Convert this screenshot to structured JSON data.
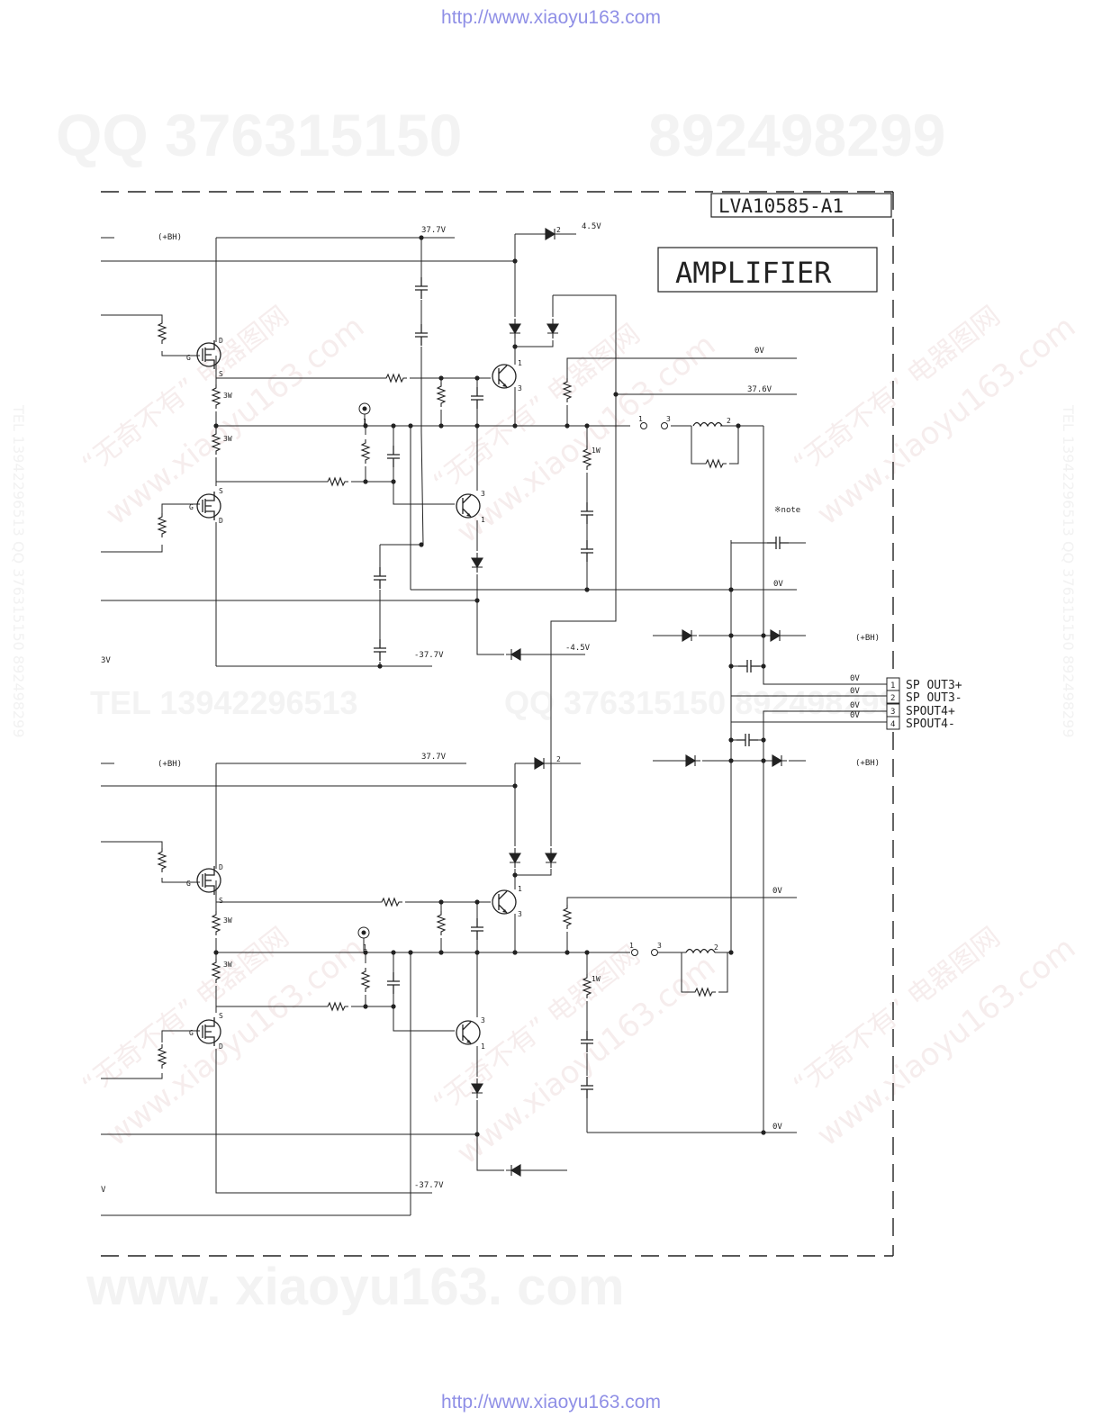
{
  "header": {
    "url": "http://www.xiaoyu163.com"
  },
  "footer": {
    "url": "http://www.xiaoyu163.com"
  },
  "watermarks": {
    "qq1": "QQ 376315150",
    "qq2": "892498299",
    "tel": "TEL 13942296513",
    "qq3": "QQ 376315150 892498299",
    "site": "www.xiaoyu163.com",
    "site_spaced": "www. xiaoyu163. com",
    "cn": "“无奇不有” 电器图网",
    "side_left": "TEL 13942296513 QQ 376315150 892498299",
    "side_right": "TEL 13942296513 QQ 376315150 892498299"
  },
  "schematic": {
    "board_id": "LVA10585-A1",
    "title": "AMPLIFIER",
    "note": "※note",
    "connector": {
      "pins": [
        {
          "num": "1",
          "label": "SP OUT3+"
        },
        {
          "num": "2",
          "label": "SP OUT3-"
        },
        {
          "num": "3",
          "label": "SPOUT4+"
        },
        {
          "num": "4",
          "label": "SPOUT4-"
        }
      ]
    },
    "rails": {
      "v_pos_top": "37.7V",
      "v_pos_bot": "37.7V",
      "v_45": "4.5V",
      "v_0_a": "0V",
      "v_376": "37.6V",
      "v_0_b": "0V",
      "v_neg45": "-4.5V",
      "v_neg_top": "-37.7V",
      "v_neg_bot": "-37.7V",
      "v_0_c": "0V",
      "v_0_d": "0V",
      "bh1": "(+BH)",
      "bh2": "(+BH)",
      "bh3": "(+BH)",
      "bh4": "(+BH)",
      "pin_0v_1": "0V",
      "pin_0v_2": "0V",
      "pin_0v_3": "0V",
      "pin_0v_4": "0V",
      "edge_v1": "3V",
      "edge_v2": "V"
    },
    "pins_small": {
      "one": "1",
      "two": "2",
      "three": "3",
      "d": "D",
      "s": "S",
      "g": "G",
      "w3": "3W",
      "w1": "1W"
    }
  }
}
